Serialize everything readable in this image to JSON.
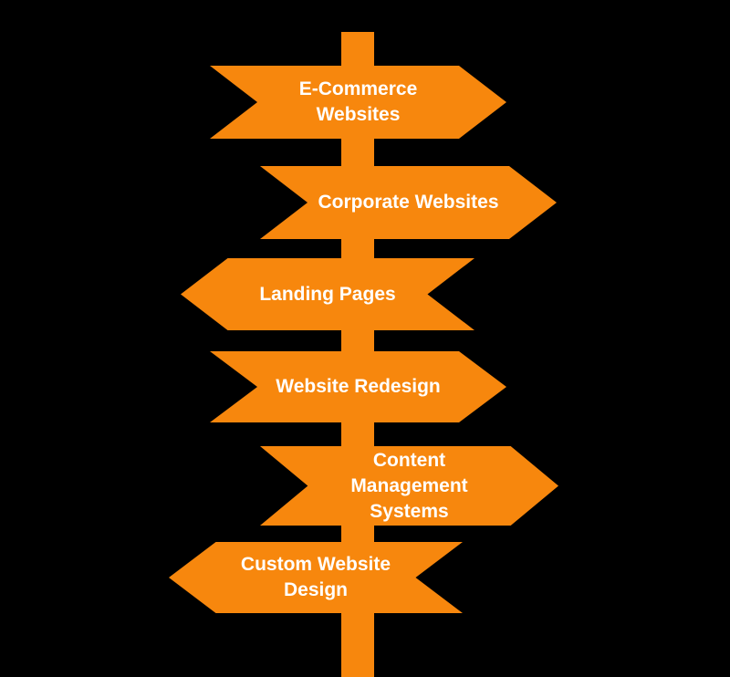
{
  "background_color": "#000000",
  "signpost": {
    "pole_color": "#F7870D",
    "sign_color": "#F7870D",
    "text_color": "#FFFFFF",
    "signs": [
      {
        "label": "E-Commerce Websites",
        "direction": "right"
      },
      {
        "label": "Corporate Websites",
        "direction": "right"
      },
      {
        "label": "Landing Pages",
        "direction": "left"
      },
      {
        "label": "Website Redesign",
        "direction": "right"
      },
      {
        "label": "Content Management Systems",
        "direction": "right"
      },
      {
        "label": "Custom Website Design",
        "direction": "left"
      }
    ]
  }
}
